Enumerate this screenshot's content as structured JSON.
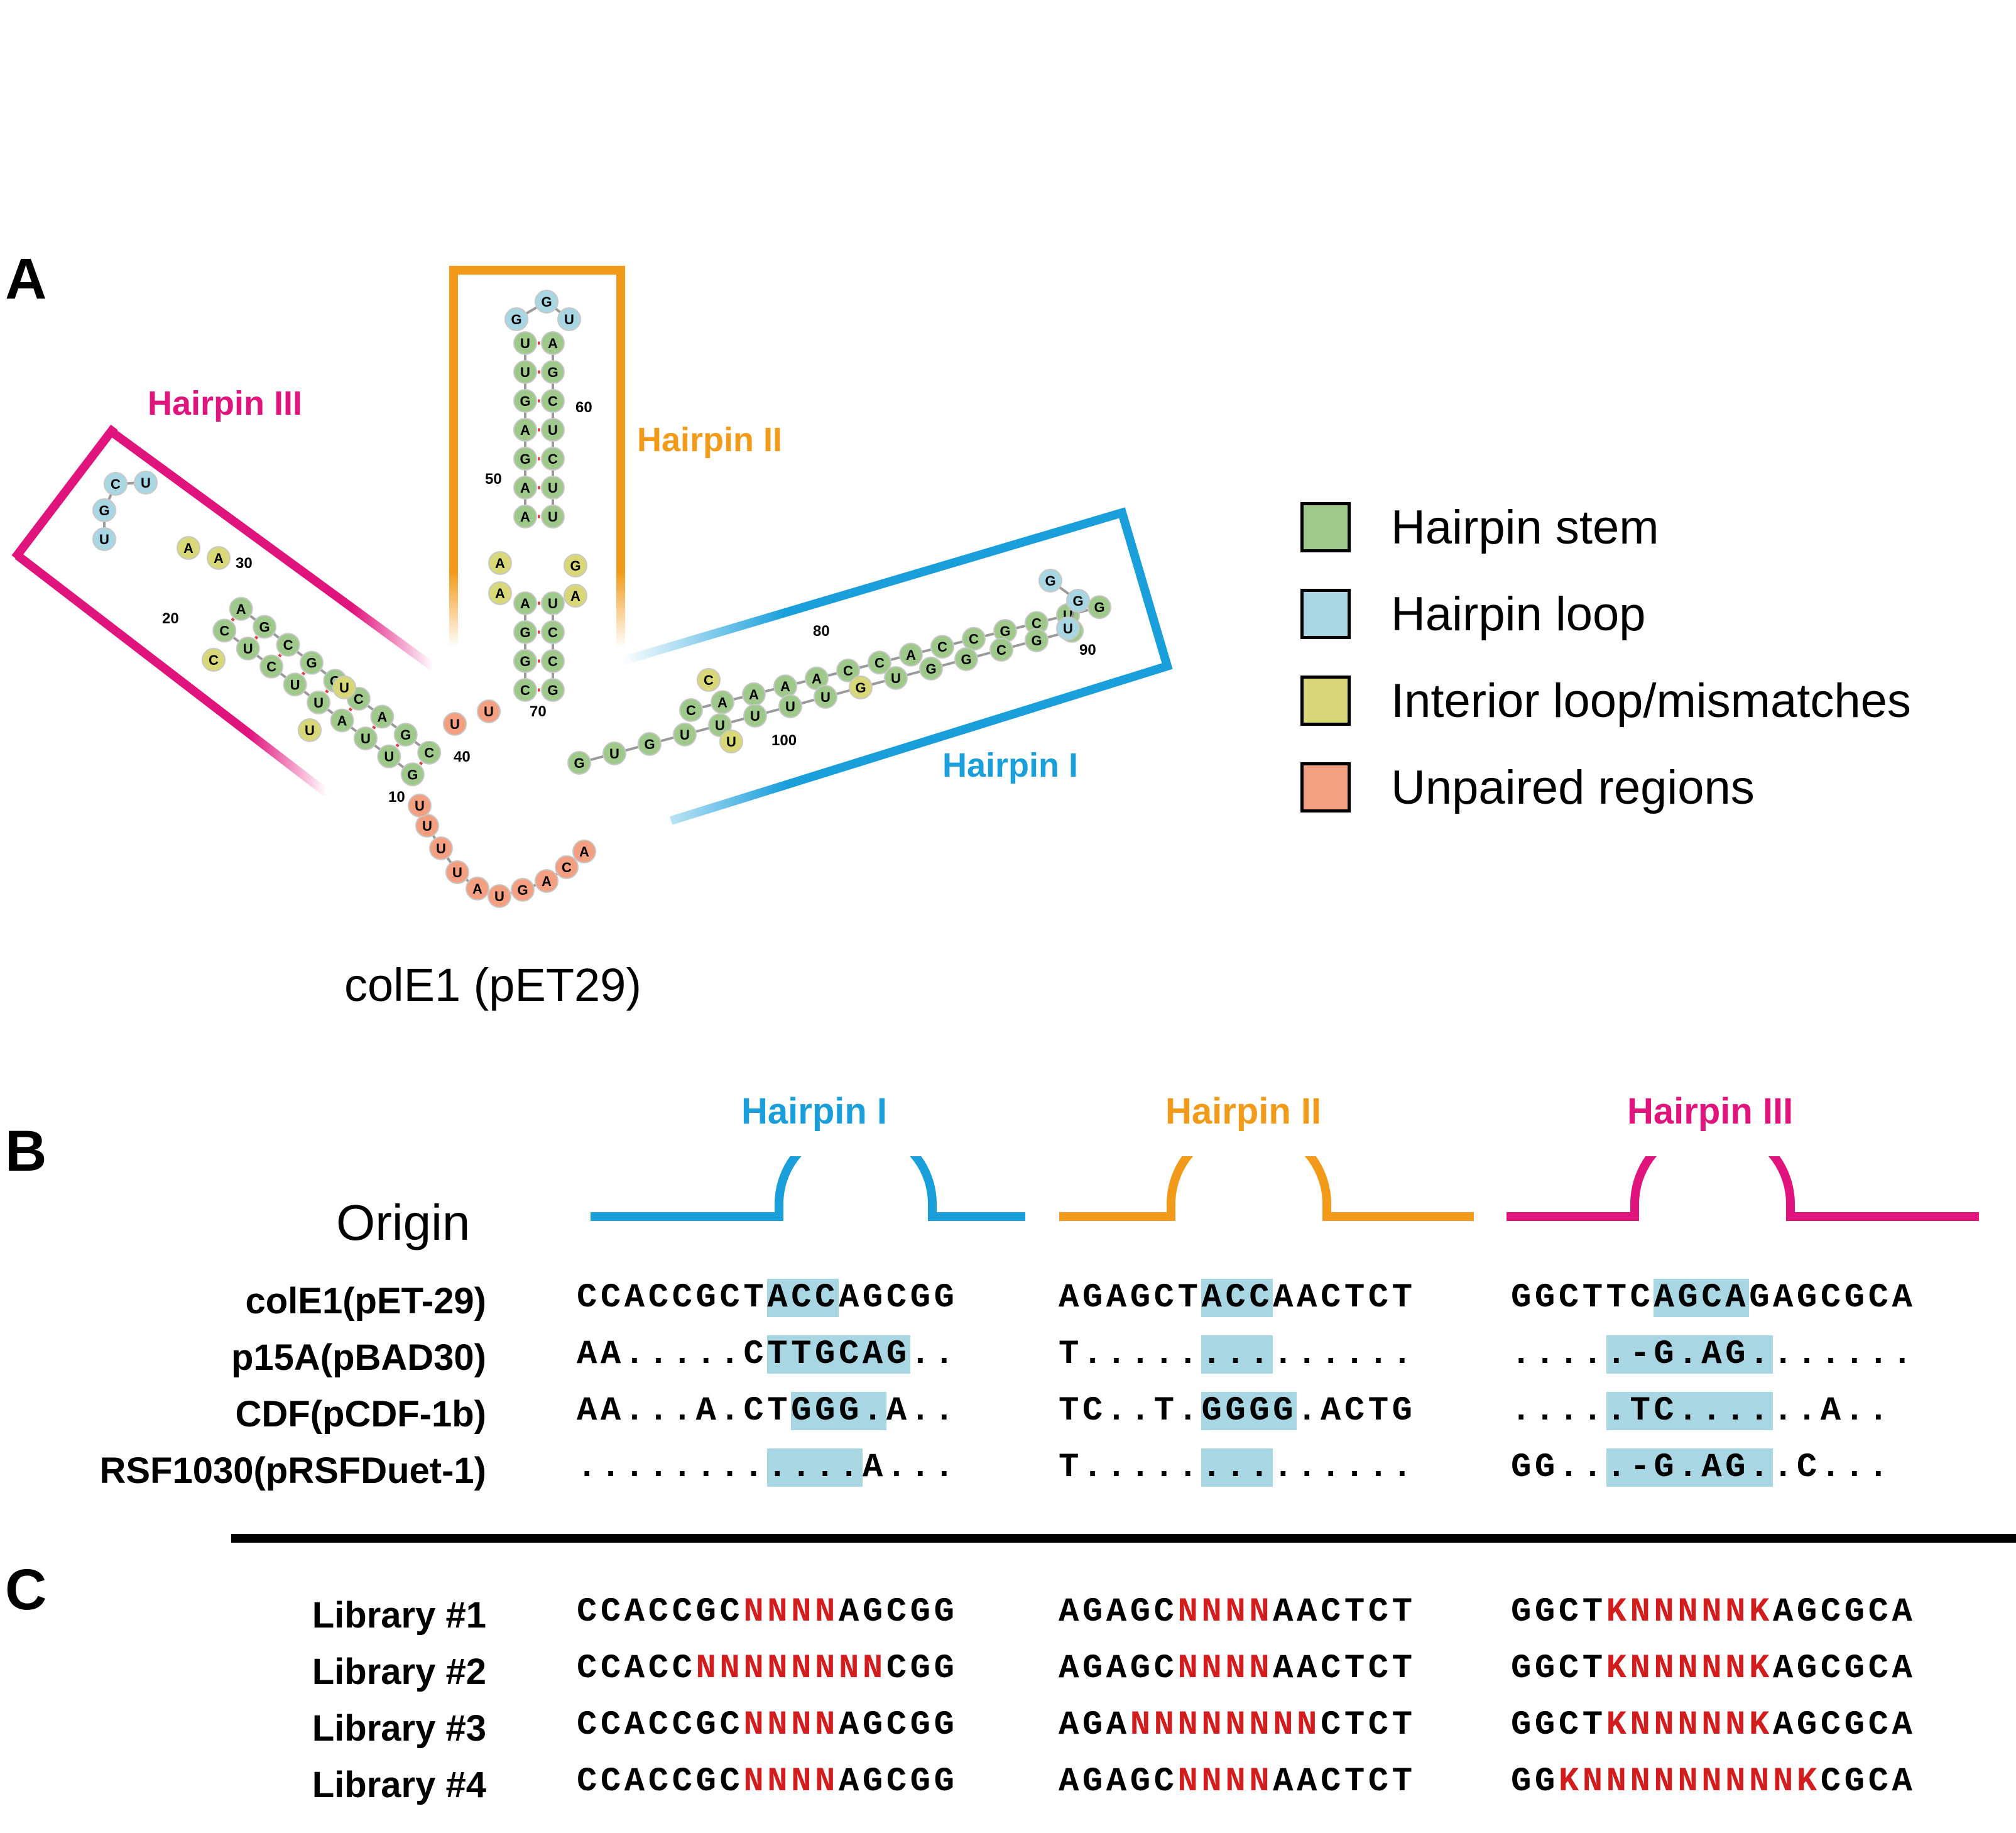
{
  "panels": {
    "a": "A",
    "b": "B",
    "c": "C"
  },
  "colors": {
    "hairpin_I": "#1a9fdb",
    "hairpin_II": "#f29a1a",
    "hairpin_III": "#e0147d",
    "stem": "#9ec98b",
    "loop": "#a9d6e3",
    "interior": "#d9d878",
    "unpaired": "#f2a081",
    "mutation": "#d21d1f"
  },
  "structure": {
    "caption": "colE1 (pET29)",
    "hairpin_labels": {
      "h1": "Hairpin I",
      "h2": "Hairpin II",
      "h3": "Hairpin III"
    },
    "position_labels": {
      "p10": "10",
      "p20": "20",
      "p30": "30",
      "p40": "40",
      "p50": "50",
      "p60": "60",
      "p70": "70",
      "p80": "80",
      "p90": "90",
      "p100": "100"
    },
    "tail_5prime": [
      "A",
      "C",
      "A",
      "G",
      "U",
      "A",
      "U",
      "U",
      "U",
      "U"
    ],
    "hairpin3_stem": [
      [
        "G",
        "C"
      ],
      [
        "U",
        "G"
      ],
      [
        "U",
        "A"
      ],
      [
        "A",
        "C"
      ],
      [
        "U",
        "G"
      ],
      [
        "U",
        "G"
      ],
      [
        "C",
        "C"
      ],
      [
        "U",
        "G"
      ],
      [
        "C",
        "A"
      ]
    ],
    "hairpin3_interior_left": [
      "C"
    ],
    "hairpin3_interior_right": [
      "U",
      "U"
    ],
    "hairpin3_interior_top": [
      "A",
      "A"
    ],
    "hairpin3_loop": [
      "U",
      "G",
      "C",
      "U"
    ],
    "junction_unpaired": [
      "U",
      "U"
    ],
    "hairpin2_stem": [
      [
        "C",
        "G"
      ],
      [
        "G",
        "C"
      ],
      [
        "G",
        "C"
      ],
      [
        "A",
        "U"
      ],
      [
        "A",
        "U"
      ],
      [
        "A",
        "U"
      ],
      [
        "G",
        "C"
      ],
      [
        "A",
        "U"
      ],
      [
        "G",
        "C"
      ],
      [
        "U",
        "G"
      ],
      [
        "U",
        "A"
      ]
    ],
    "hairpin2_interior_left": [
      "A",
      "A"
    ],
    "hairpin2_interior_right": [
      "G",
      "A"
    ],
    "hairpin2_loop": [
      "G",
      "G",
      "U"
    ],
    "hairpin1_top": [
      "C",
      "A",
      "A",
      "A",
      "A",
      "C",
      "C",
      "A",
      "C",
      "C",
      "G",
      "C",
      "U",
      "G"
    ],
    "hairpin1_bottom": [
      "G",
      "U",
      "G",
      "U",
      "U",
      "U",
      "U",
      "U",
      "G",
      "U",
      "G",
      "G",
      "C",
      "G",
      "A"
    ],
    "hairpin1_loop": [
      "G",
      "G",
      "U"
    ],
    "hairpin1_interior_top": [
      "C"
    ],
    "hairpin1_interior_bottom": [
      "U"
    ]
  },
  "legend": [
    {
      "label": "Hairpin stem",
      "color": "#9ec98b"
    },
    {
      "label": "Hairpin loop",
      "color": "#a9d6e3"
    },
    {
      "label": "Interior loop/mismatches",
      "color": "#d9d878"
    },
    {
      "label": "Unpaired regions",
      "color": "#f2a081"
    }
  ],
  "alignment": {
    "origin_label": "Origin",
    "hairpin_titles": [
      "Hairpin I",
      "Hairpin II",
      "Hairpin III"
    ],
    "rows": [
      {
        "label": "colE1(pET-29)",
        "segments": [
          [
            "CCACCGCT",
            ""
          ],
          [
            "ACC",
            "hl"
          ],
          [
            "AGCGG",
            ""
          ],
          [
            "AGAGCT",
            ""
          ],
          [
            "ACC",
            "hl"
          ],
          [
            "AACTCT",
            ""
          ],
          [
            "GGCTTC",
            ""
          ],
          [
            "AGCA",
            "hl"
          ],
          [
            "GAGCGCA",
            ""
          ]
        ]
      },
      {
        "label": "p15A(pBAD30)",
        "segments": [
          [
            "AA.....C",
            ""
          ],
          [
            "TTGCAG",
            "hl"
          ],
          [
            "..",
            ""
          ],
          [
            "T.....",
            ""
          ],
          [
            "...",
            "hl"
          ],
          [
            "......",
            ""
          ],
          [
            "....",
            ""
          ],
          [
            ".-G.AG.",
            "hl"
          ],
          [
            "......",
            ""
          ]
        ]
      },
      {
        "label": "CDF(pCDF-1b)",
        "segments": [
          [
            "AA...A.CT",
            ""
          ],
          [
            "GGG.",
            "hl"
          ],
          [
            "A..",
            ""
          ],
          [
            "TC..T.",
            ""
          ],
          [
            "GGGG",
            "hl"
          ],
          [
            ".ACTG",
            ""
          ],
          [
            "....",
            ""
          ],
          [
            ".TC....",
            "hl"
          ],
          [
            "..A..",
            ""
          ]
        ]
      },
      {
        "label": "RSF1030(pRSFDuet-1)",
        "segments": [
          [
            "........",
            ""
          ],
          [
            "....",
            "hl"
          ],
          [
            "A...",
            ""
          ],
          [
            "T.....",
            ""
          ],
          [
            "...",
            "hl"
          ],
          [
            "......",
            ""
          ],
          [
            "GG..",
            ""
          ],
          [
            ".-G.AG.",
            "hl"
          ],
          [
            ".C...",
            ""
          ]
        ]
      }
    ]
  },
  "libraries": [
    {
      "label": "Library #1",
      "segments": [
        [
          "CCACCGC",
          ""
        ],
        [
          "NNNN",
          "red"
        ],
        [
          "AGCGG",
          ""
        ],
        [
          "AGAGC",
          ""
        ],
        [
          "NNNN",
          "red"
        ],
        [
          "AACTCT",
          ""
        ],
        [
          "GGCT",
          ""
        ],
        [
          "KNNNNNK",
          "red"
        ],
        [
          "AGCGCA",
          ""
        ]
      ]
    },
    {
      "label": "Library #2",
      "segments": [
        [
          "CCACC",
          ""
        ],
        [
          "NNNNNNNN",
          "red"
        ],
        [
          "CGG",
          ""
        ],
        [
          "AGAGC",
          ""
        ],
        [
          "NNNN",
          "red"
        ],
        [
          "AACTCT",
          ""
        ],
        [
          "GGCT",
          ""
        ],
        [
          "KNNNNNK",
          "red"
        ],
        [
          "AGCGCA",
          ""
        ]
      ]
    },
    {
      "label": "Library #3",
      "segments": [
        [
          "CCACCGC",
          ""
        ],
        [
          "NNNN",
          "red"
        ],
        [
          "AGCGG",
          ""
        ],
        [
          "AGA",
          ""
        ],
        [
          "NNNNNNNN",
          "red"
        ],
        [
          "CTCT",
          ""
        ],
        [
          "GGCT",
          ""
        ],
        [
          "KNNNNNK",
          "red"
        ],
        [
          "AGCGCA",
          ""
        ]
      ]
    },
    {
      "label": "Library #4",
      "segments": [
        [
          "CCACCGC",
          ""
        ],
        [
          "NNNN",
          "red"
        ],
        [
          "AGCGG",
          ""
        ],
        [
          "AGAGC",
          ""
        ],
        [
          "NNNN",
          "red"
        ],
        [
          "AACTCT",
          ""
        ],
        [
          "GG",
          ""
        ],
        [
          "KNNNNNNNNNK",
          "red"
        ],
        [
          "CGCA",
          ""
        ]
      ]
    }
  ]
}
